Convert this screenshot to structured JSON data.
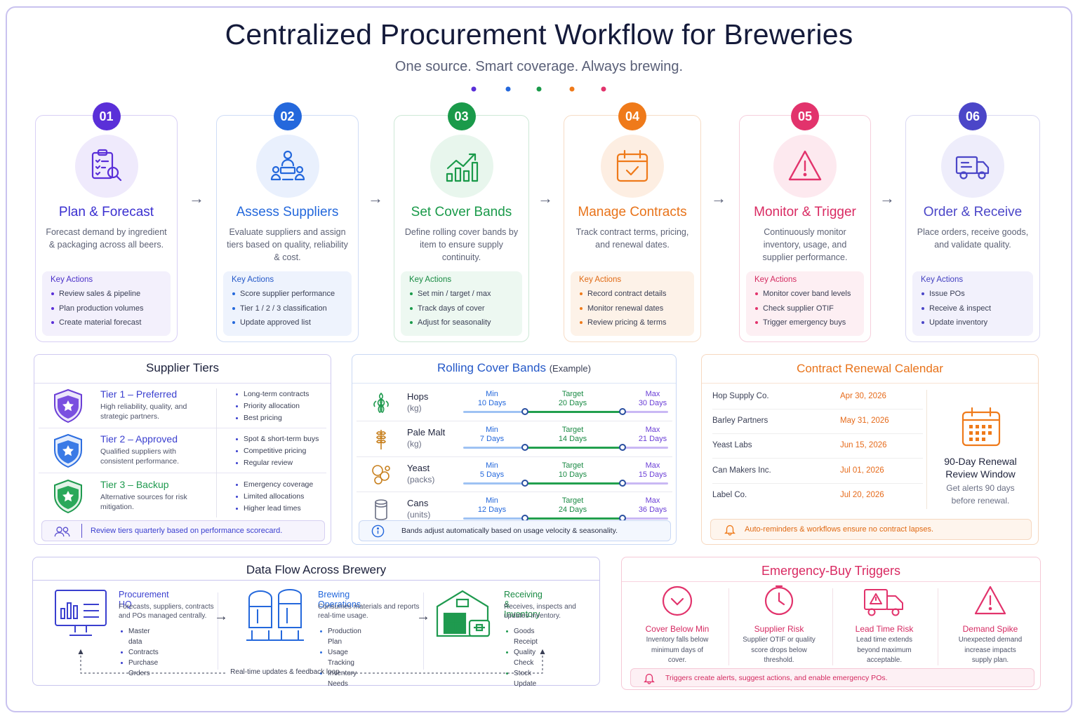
{
  "title": "Centralized Procurement Workflow for Breweries",
  "subtitle": "One source. Smart coverage. Always brewing.",
  "colors": {
    "purple": "#5a2fd8",
    "blue": "#2468dc",
    "green": "#1a9a4a",
    "orange": "#ef7a1a",
    "pink": "#e2336c",
    "indigo": "#4b46c8"
  },
  "steps": [
    {
      "num": "01",
      "title": "Plan & Forecast",
      "desc": "Forecast demand by ingredient & packaging across all beers.",
      "key_actions": "Key Actions",
      "actions": [
        "Review sales & pipeline",
        "Plan production volumes",
        "Create material forecast"
      ],
      "icon": "clipboard-search-icon"
    },
    {
      "num": "02",
      "title": "Assess Suppliers",
      "desc": "Evaluate suppliers and assign tiers based on quality, reliability & cost.",
      "key_actions": "Key Actions",
      "actions": [
        "Score supplier performance",
        "Tier 1 / 2 / 3 classification",
        "Update approved list"
      ],
      "icon": "suppliers-icon"
    },
    {
      "num": "03",
      "title": "Set Cover Bands",
      "desc": "Define rolling cover bands by item to ensure supply continuity.",
      "key_actions": "Key Actions",
      "actions": [
        "Set min / target / max",
        "Track days of cover",
        "Adjust for seasonality"
      ],
      "icon": "growth-chart-icon"
    },
    {
      "num": "04",
      "title": "Manage Contracts",
      "desc": "Track contract terms, pricing, and renewal dates.",
      "key_actions": "Key Actions",
      "actions": [
        "Record contract details",
        "Monitor renewal dates",
        "Review pricing & terms"
      ],
      "icon": "calendar-check-icon"
    },
    {
      "num": "05",
      "title": "Monitor & Trigger",
      "desc": "Continuously monitor inventory, usage, and supplier performance.",
      "key_actions": "Key Actions",
      "actions": [
        "Monitor cover band levels",
        "Check supplier OTIF",
        "Trigger emergency buys"
      ],
      "icon": "warning-icon"
    },
    {
      "num": "06",
      "title": "Order & Receive",
      "desc": "Place orders, receive goods, and validate quality.",
      "key_actions": "Key Actions",
      "actions": [
        "Issue POs",
        "Receive & inspect",
        "Update inventory"
      ],
      "icon": "truck-icon"
    }
  ],
  "supplier_tiers": {
    "title": "Supplier Tiers",
    "tiers": [
      {
        "name": "Tier 1 – Preferred",
        "desc": "High reliability, quality, and strategic partners.",
        "points": [
          "Long-term contracts",
          "Priority allocation",
          "Best pricing"
        ],
        "color": "#6b3fd6"
      },
      {
        "name": "Tier 2 – Approved",
        "desc": "Qualified suppliers with consistent performance.",
        "points": [
          "Spot & short-term buys",
          "Competitive pricing",
          "Regular review"
        ],
        "color": "#2d6ee0"
      },
      {
        "name": "Tier 3 – Backup",
        "desc": "Alternative sources for risk mitigation.",
        "points": [
          "Emergency coverage",
          "Limited allocations",
          "Higher lead times"
        ],
        "color": "#1f9a4f"
      }
    ],
    "note": "Review tiers quarterly based on performance scorecard."
  },
  "cover_bands": {
    "title": "Rolling Cover Bands",
    "title_suffix": "(Example)",
    "items": [
      {
        "name": "Hops",
        "unit": "(kg)",
        "min_label": "Min",
        "min": "10 Days",
        "target_label": "Target",
        "target": "20 Days",
        "max_label": "Max",
        "max": "30 Days",
        "icon": "hops-icon"
      },
      {
        "name": "Pale Malt",
        "unit": "(kg)",
        "min_label": "Min",
        "min": "7 Days",
        "target_label": "Target",
        "target": "14 Days",
        "max_label": "Max",
        "max": "21 Days",
        "icon": "malt-icon"
      },
      {
        "name": "Yeast",
        "unit": "(packs)",
        "min_label": "Min",
        "min": "5 Days",
        "target_label": "Target",
        "target": "10 Days",
        "max_label": "Max",
        "max": "15 Days",
        "icon": "yeast-icon"
      },
      {
        "name": "Cans",
        "unit": "(units)",
        "min_label": "Min",
        "min": "12 Days",
        "target_label": "Target",
        "target": "24 Days",
        "max_label": "Max",
        "max": "36 Days",
        "icon": "can-icon"
      }
    ],
    "note": "Bands adjust automatically based on usage velocity & seasonality."
  },
  "contract_calendar": {
    "title": "Contract Renewal Calendar",
    "rows": [
      {
        "name": "Hop Supply Co.",
        "date": "Apr 30, 2026"
      },
      {
        "name": "Barley Partners",
        "date": "May 31, 2026"
      },
      {
        "name": "Yeast Labs",
        "date": "Jun 15, 2026"
      },
      {
        "name": "Can Makers Inc.",
        "date": "Jul 01, 2026"
      },
      {
        "name": "Label Co.",
        "date": "Jul 20, 2026"
      }
    ],
    "window_title": "90-Day Renewal Review Window",
    "window_desc": "Get alerts 90 days before renewal.",
    "note": "Auto-reminders & workflows ensure no contract lapses."
  },
  "data_flow": {
    "title": "Data Flow Across Brewery",
    "columns": [
      {
        "title": "Procurement HQ",
        "desc": "Forecasts, suppliers, contracts and POs managed centrally.",
        "items": [
          "Master data",
          "Contracts",
          "Purchase Orders"
        ],
        "color": "#3a3fcf"
      },
      {
        "title": "Brewing Operations",
        "desc": "Consumes materials and reports real-time usage.",
        "items": [
          "Production Plan",
          "Usage Tracking",
          "Inventory Needs"
        ],
        "color": "#2d6ee0"
      },
      {
        "title": "Receiving & Inventory",
        "desc": "Receives, inspects and updates inventory.",
        "items": [
          "Goods Receipt",
          "Quality Check",
          "Stock Update"
        ],
        "color": "#1f9a4f"
      }
    ],
    "loop_label": "Real-time updates & feedback loop"
  },
  "emergency": {
    "title": "Emergency-Buy Triggers",
    "triggers": [
      {
        "title": "Cover Below Min",
        "desc": "Inventory falls below minimum days of cover.",
        "icon": "chevron-down-circle-icon"
      },
      {
        "title": "Supplier Risk",
        "desc": "Supplier OTIF or quality score drops below threshold.",
        "icon": "clock-icon"
      },
      {
        "title": "Lead Time Risk",
        "desc": "Lead time extends beyond maximum acceptable.",
        "icon": "truck-warning-icon"
      },
      {
        "title": "Demand Spike",
        "desc": "Unexpected demand increase impacts supply plan.",
        "icon": "warning-icon"
      }
    ],
    "note": "Triggers create alerts, suggest actions, and enable emergency POs."
  }
}
